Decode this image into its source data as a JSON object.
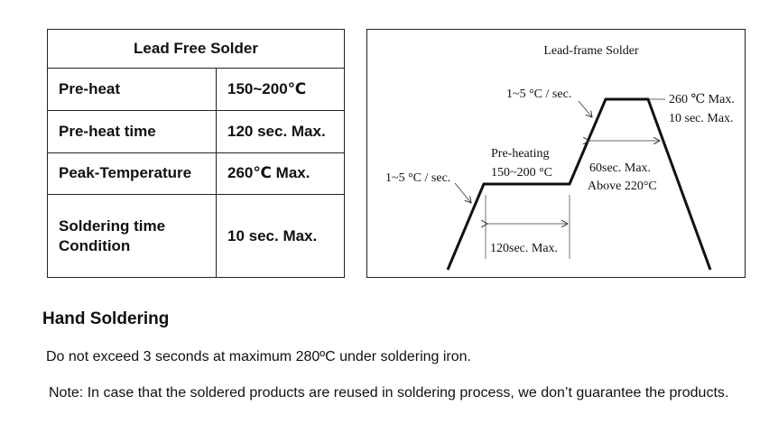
{
  "table": {
    "title": "Lead Free Solder",
    "rows": [
      {
        "param": "Pre-heat",
        "value": "150~200℃"
      },
      {
        "param": "Pre-heat time",
        "value": "120 sec. Max."
      },
      {
        "param": "Peak-Temperature",
        "value": "260℃ Max."
      },
      {
        "param": "Soldering time",
        "param_line2": "Condition",
        "value": "10 sec. Max."
      }
    ]
  },
  "profile": {
    "title": "Lead-frame  Solder",
    "ramp_rate_top": "1~5 °C / sec.",
    "ramp_rate_left": "1~5 °C / sec.",
    "preheat_label": "Pre-heating",
    "preheat_range": "150~200 °C",
    "peak_temp": "260 ℃ Max.",
    "peak_time": "10 sec. Max.",
    "above_time": "60sec. Max.",
    "above_temp": "Above 220°C",
    "preheat_time": "120sec. Max."
  },
  "hand_soldering": {
    "heading": "Hand Soldering",
    "instruction": "Do not exceed 3 seconds at maximum 280ºC under soldering iron.",
    "note": "Note: In case that the soldered products are reused in soldering process, we don’t guarantee the products."
  }
}
